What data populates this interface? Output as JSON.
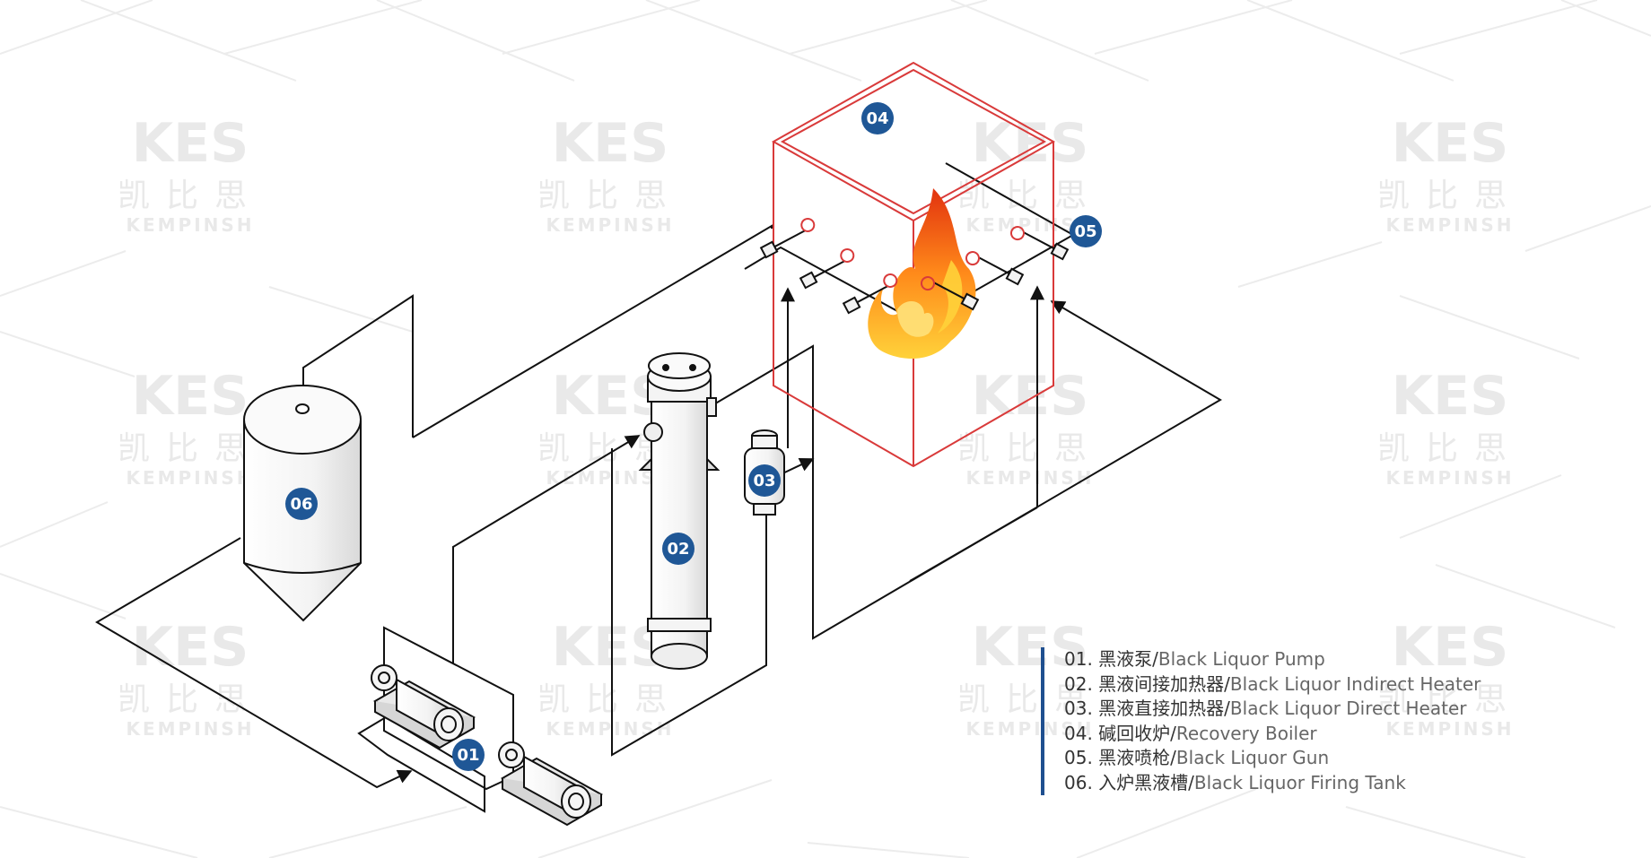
{
  "watermark": {
    "logo": "KES",
    "chinese": "凯比思",
    "brand": "KEMPINSH"
  },
  "labels": {
    "pump": "01",
    "indirect_heater": "02",
    "direct_heater": "03",
    "boiler": "04",
    "gun": "05",
    "tank": "06"
  },
  "legend": [
    {
      "num": "01.",
      "zh": "黑液泵/",
      "en": "Black Liquor Pump"
    },
    {
      "num": "02.",
      "zh": "黑液间接加热器/",
      "en": "Black Liquor Indirect  Heater"
    },
    {
      "num": "03.",
      "zh": "黑液直接加热器/",
      "en": "Black Liquor Direct Heater"
    },
    {
      "num": "04.",
      "zh": "碱回收炉/",
      "en": "Recovery Boiler"
    },
    {
      "num": "05.",
      "zh": "黑液喷枪/",
      "en": "Black Liquor Gun"
    },
    {
      "num": "06.",
      "zh": "入炉黑液槽/",
      "en": "Black Liquor Firing Tank"
    }
  ],
  "colors": {
    "badge": "#1f5796",
    "boiler_outline": "#d93a3a",
    "pipe": "#111111",
    "legend_bar": "#1f4f8f",
    "flame": "#ff8a1a"
  }
}
